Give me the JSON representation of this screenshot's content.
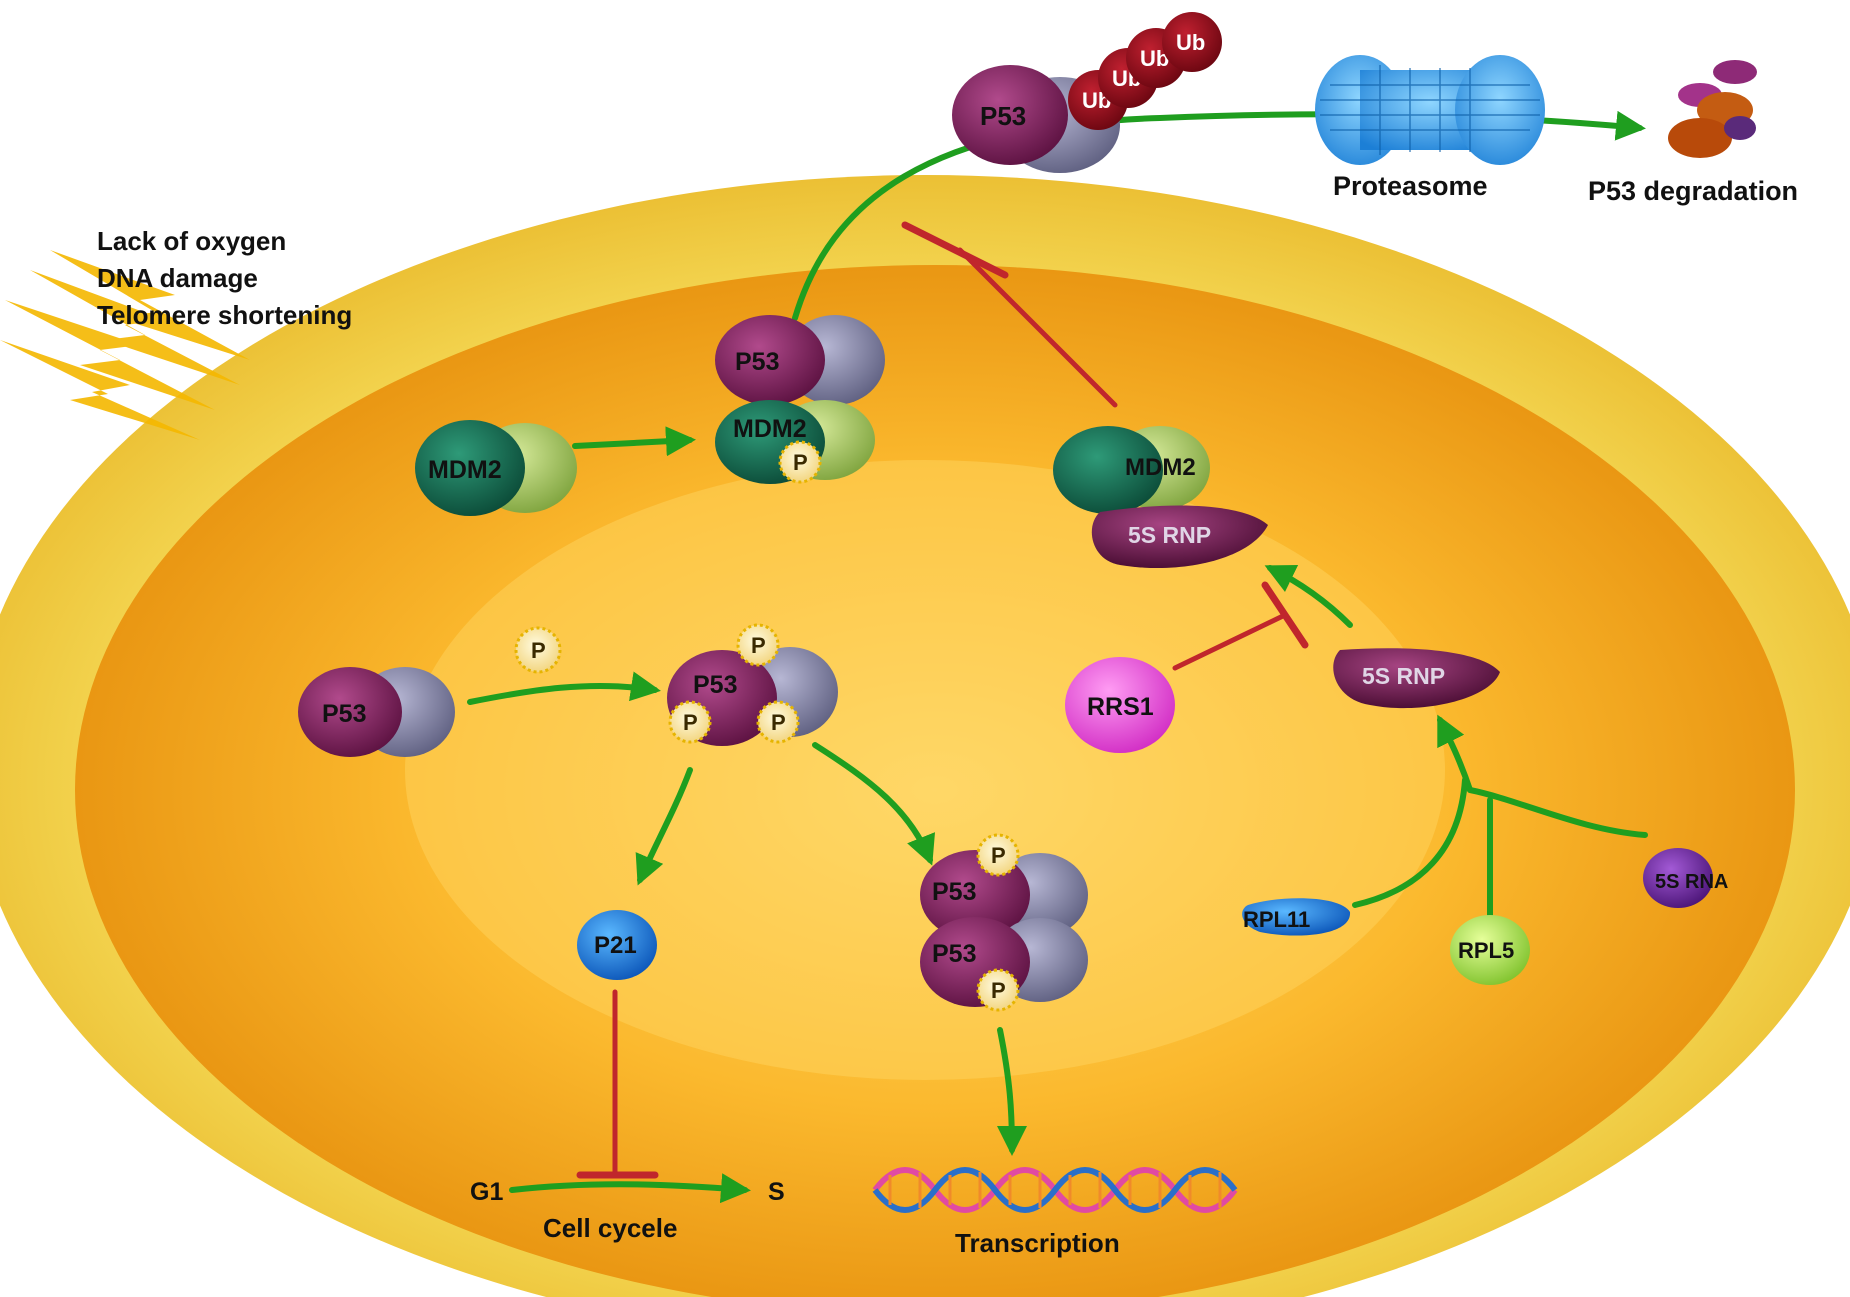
{
  "stress": {
    "lines": [
      "Lack of oxygen",
      "DNA damage",
      "Telomere shortening"
    ],
    "color": "#f5b800"
  },
  "proteins": {
    "p53": "P53",
    "mdm2": "MDM2",
    "p21": "P21",
    "rrs1": "RRS1",
    "rnp": "5S RNP",
    "rpl11": "RPL11",
    "rpl5": "RPL5",
    "rna5s": "5S RNA",
    "phos": "P",
    "ub": "Ub"
  },
  "labels": {
    "proteasome": "Proteasome",
    "degradation": "P53 degradation",
    "transcription": "Transcription",
    "cell_cycle": "Cell cycele",
    "g1": "G1",
    "s": "S"
  },
  "colors": {
    "activation_arrow": "#1f9e1f",
    "inhibition": "#c0262c",
    "p53": "#7a1f5c",
    "mdm2": "#0f6b4f",
    "cytoplasm": "#f2c94a",
    "nucleus": "#f7a817"
  }
}
